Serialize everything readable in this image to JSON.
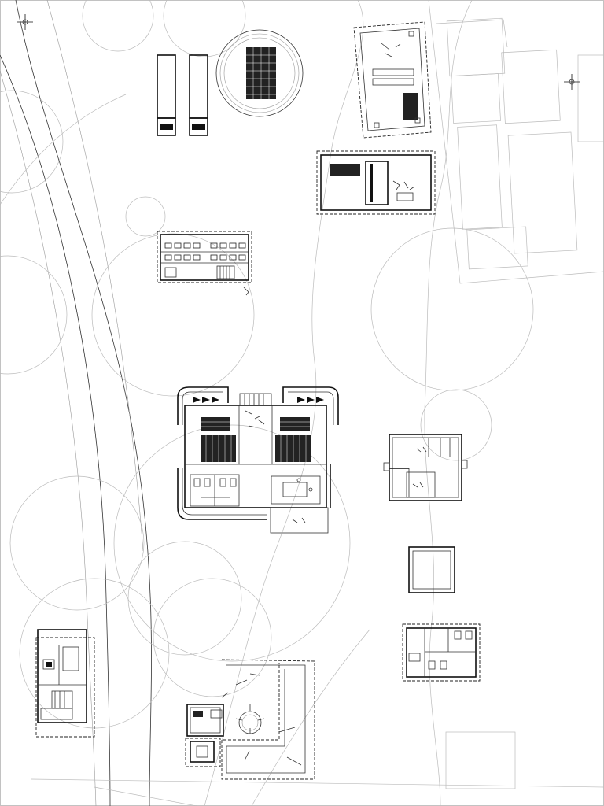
{
  "drawing": {
    "type": "site-plan",
    "background": "#ffffff",
    "line_color": "#111111",
    "faint_line_color": "#bbbbbb"
  },
  "markers": [
    {
      "name": "crosshair-marker-top-left"
    },
    {
      "name": "crosshair-marker-top-right"
    }
  ],
  "buildings": [
    {
      "name": "parked-trucks"
    },
    {
      "name": "circular-pool"
    },
    {
      "name": "dashed-parcel-top-right"
    },
    {
      "name": "equipment-shed"
    },
    {
      "name": "classroom-block"
    },
    {
      "name": "main-building"
    },
    {
      "name": "east-annex"
    },
    {
      "name": "small-square-pavilion"
    },
    {
      "name": "southeast-annex"
    },
    {
      "name": "southwest-block"
    },
    {
      "name": "south-courtyard"
    }
  ]
}
